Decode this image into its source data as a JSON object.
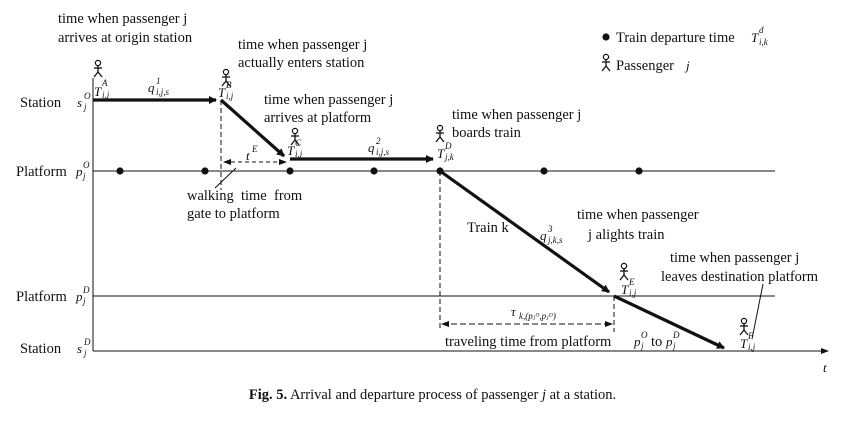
{
  "rows": {
    "station_origin": {
      "label": "Station",
      "sym": "s",
      "sup": "O",
      "sub": "j"
    },
    "platform_origin": {
      "label": "Platform",
      "sym": "p",
      "sup": "O",
      "sub": "j"
    },
    "platform_dest": {
      "label": "Platform",
      "sym": "p",
      "sup": "D",
      "sub": "j"
    },
    "station_dest": {
      "label": "Station",
      "sym": "s",
      "sup": "D",
      "sub": "j"
    }
  },
  "time_axis_label": "t",
  "legend": {
    "departure_label": "Train departure time",
    "departure_sym": "T",
    "departure_sup": "d",
    "departure_sub": "i,k",
    "passenger_label": "Passenger",
    "passenger_sym": "j"
  },
  "annotations": {
    "arrive_origin": [
      "time when passenger j",
      "arrives at origin station"
    ],
    "enter_station": [
      "time when passenger j",
      "actually enters station"
    ],
    "arrive_platform": [
      "time when passenger j",
      "arrives at platform"
    ],
    "boards_train": [
      "time when passenger j",
      "boards train"
    ],
    "alights_train": [
      "time when passenger",
      "j alights train"
    ],
    "leaves_platform": [
      "time when passenger j",
      "leaves destination platform"
    ],
    "walking_time": [
      "walking  time  from",
      "gate to platform"
    ],
    "train_label": "Train k",
    "traveling_time": "traveling time from platform",
    "traveling_time_to": "to"
  },
  "symbols": {
    "T_A": {
      "base": "T",
      "sup": "A",
      "sub": "i,j"
    },
    "T_B": {
      "base": "T",
      "sup": "B",
      "sub": "i,j"
    },
    "T_C": {
      "base": "T",
      "sup": "C",
      "sub": "i,j"
    },
    "T_D": {
      "base": "T",
      "sup": "D",
      "sub": "j,k"
    },
    "T_E": {
      "base": "T",
      "sup": "E",
      "sub": "i,j"
    },
    "T_F": {
      "base": "T",
      "sup": "F",
      "sub": "i,j"
    },
    "q1": {
      "base": "q",
      "sup": "1",
      "sub": "i,j,s"
    },
    "q2": {
      "base": "q",
      "sup": "2",
      "sub": "i,j,s"
    },
    "q3": {
      "base": "q",
      "sup": "3",
      "sub": "j,k,s"
    },
    "tE": {
      "base": "t",
      "sup": "E",
      "sub": ""
    },
    "tau": {
      "base": "τ",
      "sup": "",
      "sub": "k,(pⱼᴼ,pⱼᴰ)"
    },
    "pO": {
      "base": "p",
      "sup": "O",
      "sub": "j"
    },
    "pD": {
      "base": "p",
      "sup": "D",
      "sub": "j"
    }
  },
  "caption": {
    "fig": "Fig. 5.",
    "text_before": " Arrival and departure process of passenger ",
    "j": "j",
    "text_after": " at a station."
  }
}
